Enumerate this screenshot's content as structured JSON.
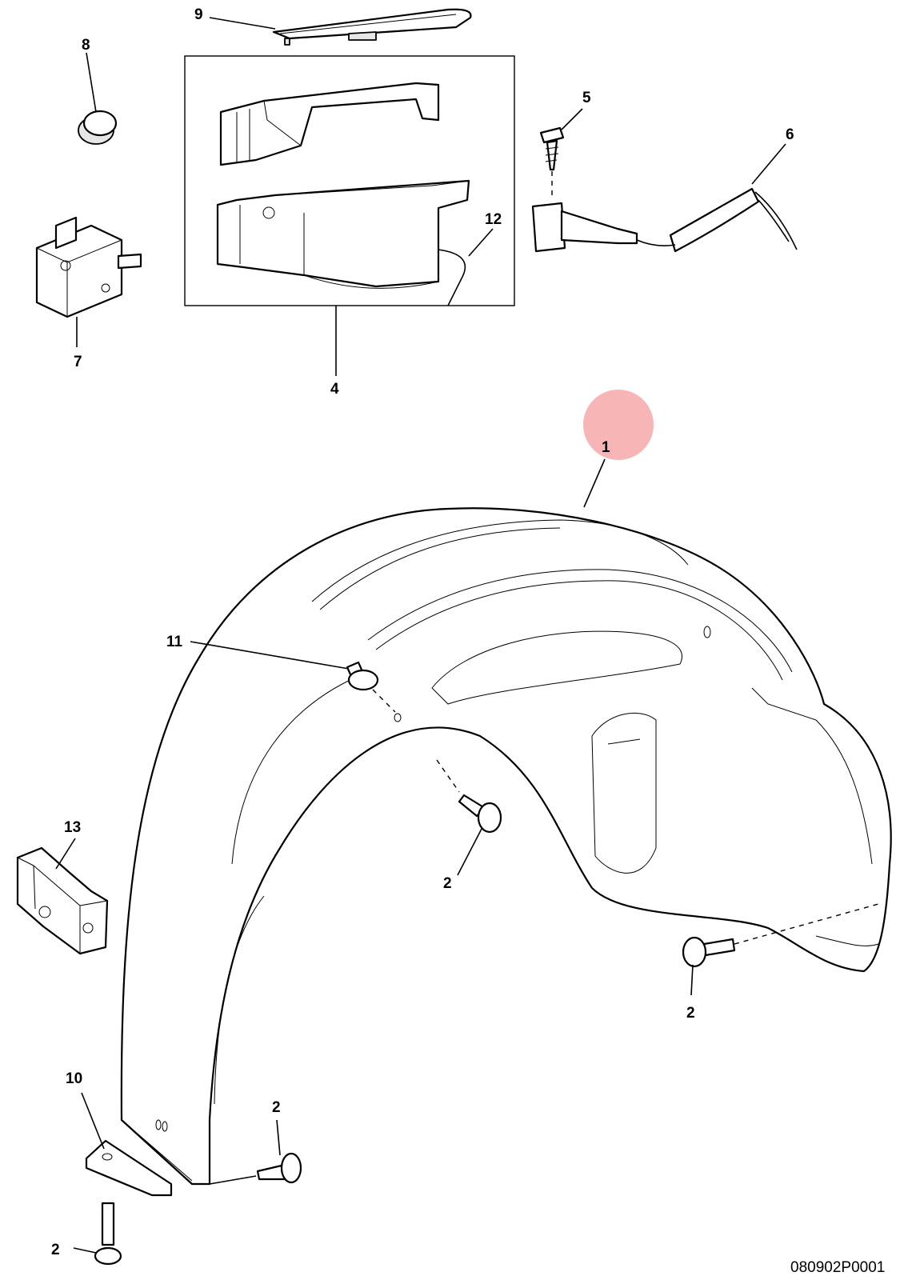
{
  "callouts": {
    "c1": "1",
    "c2a": "2",
    "c2b": "2",
    "c2c": "2",
    "c2d": "2",
    "c4": "4",
    "c5": "5",
    "c6": "6",
    "c7": "7",
    "c8": "8",
    "c9": "9",
    "c10": "10",
    "c11": "11",
    "c12": "12",
    "c13": "13"
  },
  "highlight_color": "#f7a8a8",
  "diagram_code": "080902P0001"
}
